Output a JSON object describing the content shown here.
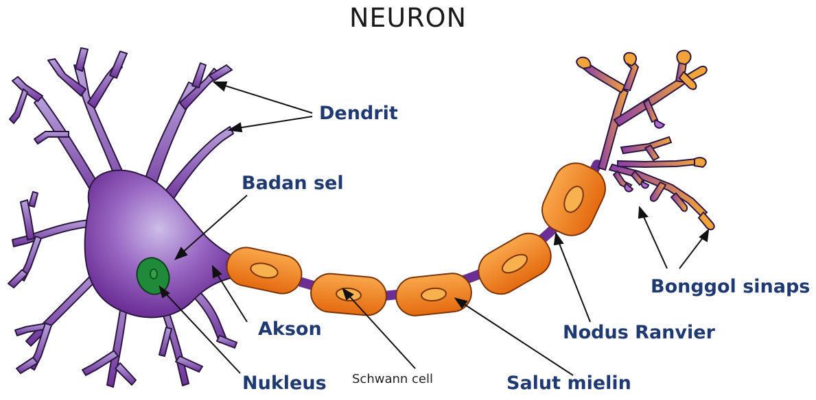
{
  "title": "NEURON",
  "labels": {
    "dendrit": "Dendrit",
    "badan_sel": "Badan sel",
    "akson": "Akson",
    "nukleus": "Nukleus",
    "schwann_cell": "Schwann cell",
    "salut_mielin": "Salut mielin",
    "nodus_ranvier": "Nodus Ranvier",
    "bonggol_sinaps": "Bonggol sinaps"
  },
  "colors": {
    "dendrite_fill": "#7b3fa0",
    "dendrite_light": "#c9b6e4",
    "dendrite_stroke": "#2a1740",
    "myelin_fill": "#f08a1e",
    "myelin_light": "#f7b14d",
    "nucleus_fill": "#1f8a3a",
    "terminal_fill": "#f2a33a",
    "label_color": "#1f3a72"
  }
}
